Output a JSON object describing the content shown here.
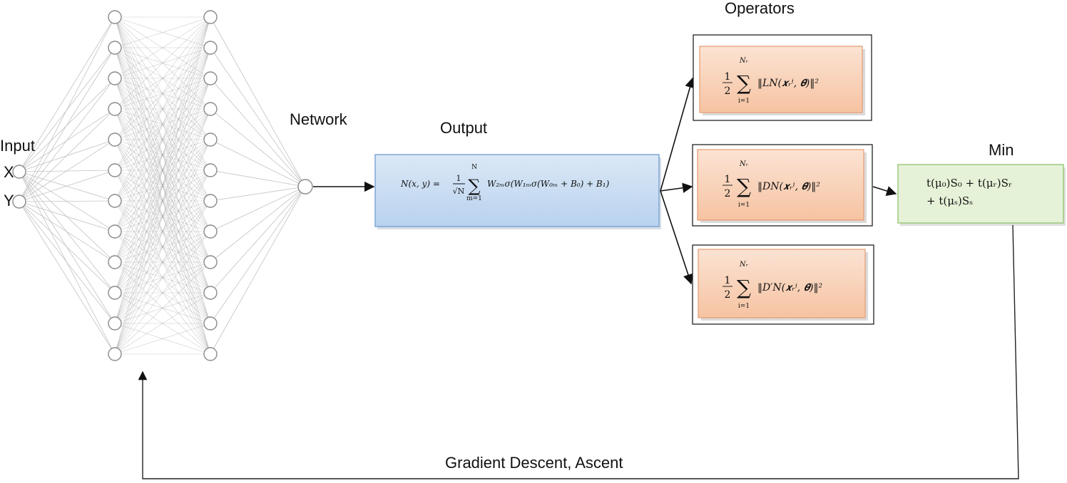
{
  "labels": {
    "input": "Input",
    "x": "X",
    "y": "Y",
    "network": "Network",
    "output": "Output",
    "operators": "Operators",
    "min": "Min",
    "feedback": "Gradient Descent, Ascent"
  },
  "output_box": {
    "lhs": "N(x, y) =",
    "frac_num": "1",
    "frac_den": "√N",
    "sum_top": "N",
    "sum_bottom": "m=1",
    "body": "W₂ₘσ(W₁ₘσ(W₀ₘ + B₀) +  B₁)"
  },
  "operators": [
    {
      "sum_top": "Nᵣ",
      "sum_bottom": "i=1",
      "body": "‖LN(𝒙ᵣⁱ, 𝜽)‖²"
    },
    {
      "sum_top": "Nᵣ",
      "sum_bottom": "i=1",
      "body": "‖DN(𝒙ᵣⁱ, 𝜽)‖²"
    },
    {
      "sum_top": "Nᵣ",
      "sum_bottom": "i=1",
      "body": "‖D′N(𝒙ᵣⁱ, 𝜽)‖²"
    }
  ],
  "min_box": {
    "line1": "t(μ₀)S₀ + t(μᵣ)Sᵣ",
    "line2": "+ t(μₛ)Sₛ"
  },
  "colors": {
    "output_fill_top": "#dbe8f6",
    "output_fill_bottom": "#b9d2ee",
    "output_stroke": "#7ea6d6",
    "operator_fill_top": "#fbe3d3",
    "operator_fill_bottom": "#f6c3a2",
    "operator_stroke": "#e6a078",
    "min_fill": "#e6f2d8",
    "min_stroke": "#9cc97c"
  }
}
